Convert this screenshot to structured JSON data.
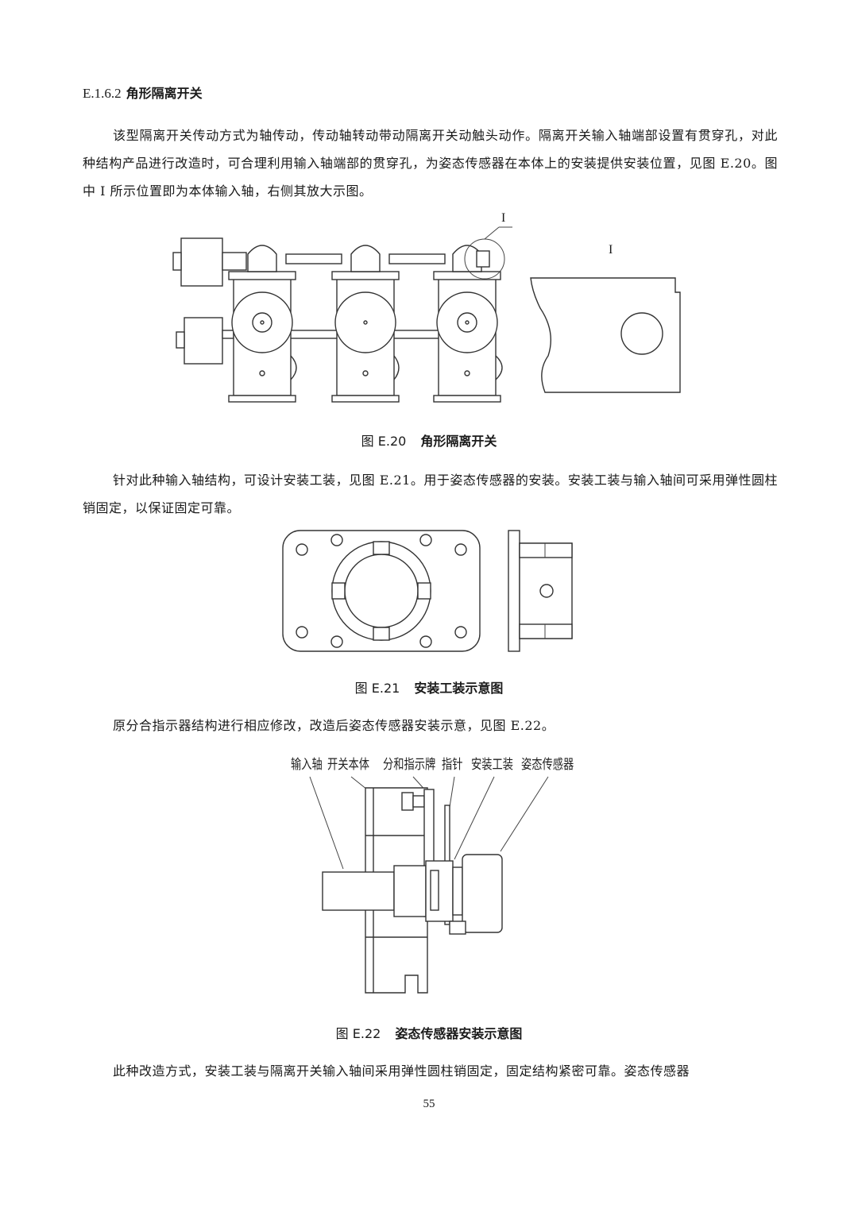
{
  "section": {
    "number": "E.1.6.2",
    "title": "角形隔离开关"
  },
  "paragraphs": [
    "该型隔离开关传动方式为轴传动，传动轴转动带动隔离开关动触头动作。隔离开关输入轴端部设置有贯穿孔，对此种结构产品进行改造时，可合理利用输入轴端部的贯穿孔，为姿态传感器在本体上的安装提供安装位置，见图 E.20。图中 I 所示位置即为本体输入轴，右侧其放大示图。",
    "针对此种输入轴结构，可设计安装工装，见图 E.21。用于姿态传感器的安装。安装工装与输入轴间可采用弹性圆柱销固定，以保证固定可靠。",
    "原分合指示器结构进行相应修改，改造后姿态传感器安装示意，见图 E.22。",
    "此种改造方式，安装工装与隔离开关输入轴间采用弹性圆柱销固定，固定结构紧密可靠。姿态传感器"
  ],
  "figures": [
    {
      "label": "图 E.20",
      "caption": "角形隔离开关",
      "callout": "I"
    },
    {
      "label": "图 E.21",
      "caption": "安装工装示意图"
    },
    {
      "label": "图 E.22",
      "caption": "姿态传感器安装示意图",
      "parts": [
        "输入轴",
        "开关本体",
        "分和指示牌",
        "指针",
        "安装工装",
        "姿态传感器"
      ]
    }
  ],
  "page_number": "55"
}
